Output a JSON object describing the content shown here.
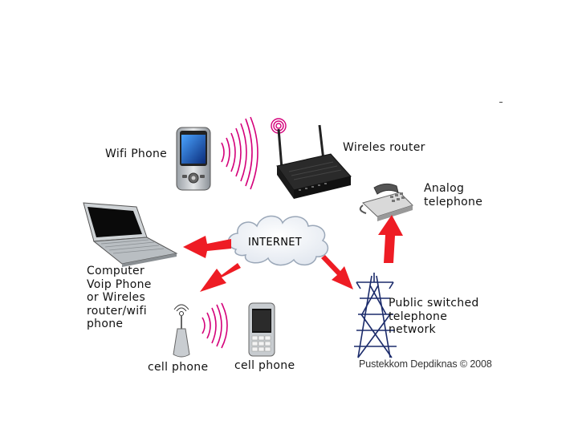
{
  "diagram": {
    "center_label": "INTERNET",
    "nodes": {
      "wifi_phone": "Wifi Phone",
      "wireless_router": "Wireles router",
      "analog_telephone": "Analog\ntelephone",
      "computer": "Computer\nVoip Phone\nor Wireles\nrouter/wifi\nphone",
      "pstn": "Public switched\ntelephone\nnetwork",
      "cell_phone_tower": "cell phone",
      "cell_phone_handset": "cell phone"
    },
    "credit": "Pustekkom Depdiknas © 2008",
    "colors": {
      "arrow": "#ee1c24",
      "signal": "#d4007a",
      "cloud_fill": "#ffffff",
      "cloud_stroke": "#9aa7b8"
    }
  }
}
